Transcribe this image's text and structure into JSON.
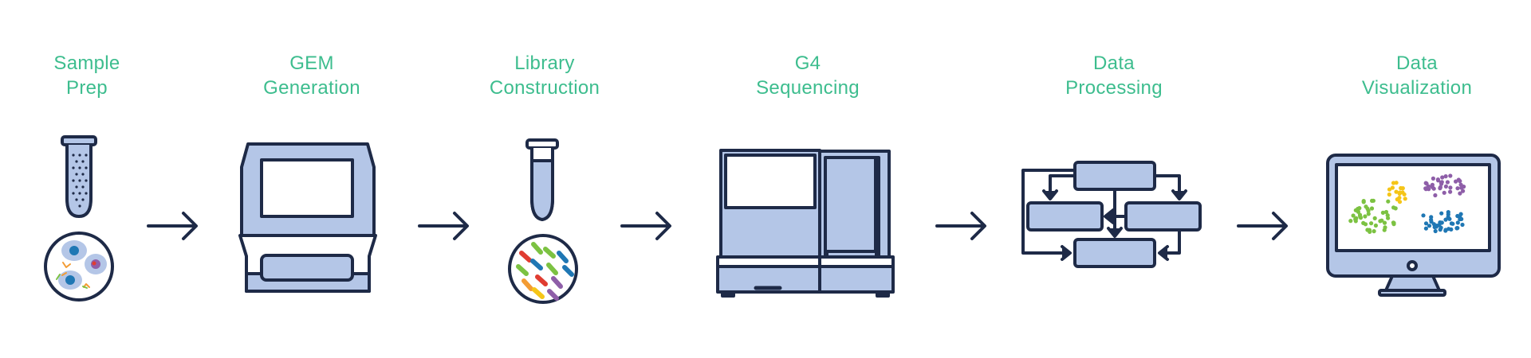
{
  "steps": [
    {
      "line1": "Sample",
      "line2": "Prep"
    },
    {
      "line1": "GEM",
      "line2": "Generation"
    },
    {
      "line1": "Library",
      "line2": "Construction"
    },
    {
      "line1": "G4",
      "line2": "Sequencing"
    },
    {
      "line1": "Data",
      "line2": "Processing"
    },
    {
      "line1": "Data",
      "line2": "Visualization"
    }
  ],
  "colors": {
    "label": "#3dbd8e",
    "outline": "#1e2a47",
    "fill": "#b4c6e7",
    "green": "#7cc242",
    "yellow": "#f5c518",
    "purple": "#8e5ea8",
    "blue": "#1f77b4",
    "red": "#e03c31",
    "orange": "#f39c34"
  },
  "icons": [
    "tube-cells-icon",
    "gem-instrument-icon",
    "tube-library-icon",
    "sequencer-icon",
    "flowchart-icon",
    "monitor-scatter-icon"
  ]
}
